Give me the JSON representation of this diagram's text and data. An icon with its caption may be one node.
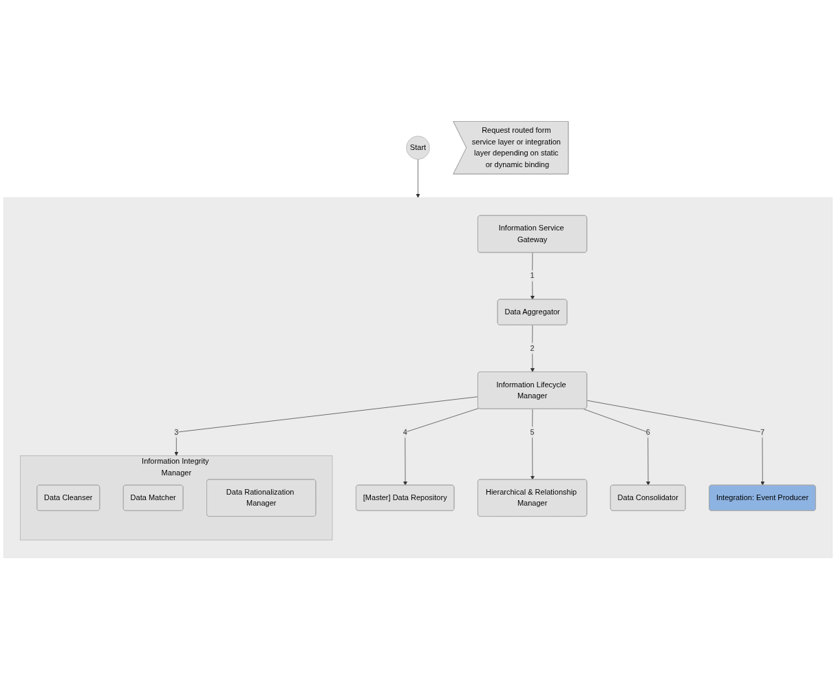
{
  "diagram": {
    "nodes": [
      {
        "text": [
          "Start"
        ]
      },
      {
        "text": [
          "Request routed form service layer or integration layer depending on static or dynamic binding"
        ]
      },
      {
        "text": [],
        "shape": "box"
      },
      {
        "text": [
          "Information Service Gateway"
        ],
        "in": 2
      },
      {
        "text": [
          "Information Integrity Manager"
        ],
        "in": 2
      },
      {
        "text": [
          "Data Cleanser"
        ],
        "in": 4
      },
      {
        "text": [
          "Data Matcher"
        ],
        "in": 4
      },
      {
        "text": [
          "Data Rationalization Manager"
        ],
        "in": 4
      },
      {
        "text": [
          "Data Aggregator"
        ],
        "in": 2
      },
      {
        "text": [
          "Data Consolidator"
        ],
        "in": 2
      },
      {
        "text": [
          "Information Lifecycle Manager"
        ],
        "in": 2
      },
      {
        "text": [
          "Hierarchical & Relationship Manager"
        ],
        "in": 2
      },
      {
        "text": [
          "Integration: Event Producer"
        ],
        "in": 2
      },
      {
        "text": [
          "[Master] Data Repository"
        ],
        "in": 2
      }
    ],
    "edges": [
      {
        "from": 0,
        "to": 2,
        "arrow": "to"
      },
      {
        "from": 3,
        "to": 8,
        "arrow": "to",
        "label": "1"
      },
      {
        "from": 8,
        "to": 10,
        "arrow": "to",
        "label": "2"
      },
      {
        "from": 10,
        "to": 4,
        "arrow": "to",
        "label": "3"
      },
      {
        "from": 10,
        "to": 13,
        "arrow": "to",
        "label": "4"
      },
      {
        "from": 10,
        "to": 11,
        "arrow": "to",
        "label": "5"
      },
      {
        "from": 10,
        "to": 9,
        "arrow": "to",
        "label": "6"
      },
      {
        "from": 10,
        "to": 12,
        "arrow": "to",
        "label": "7"
      }
    ]
  }
}
